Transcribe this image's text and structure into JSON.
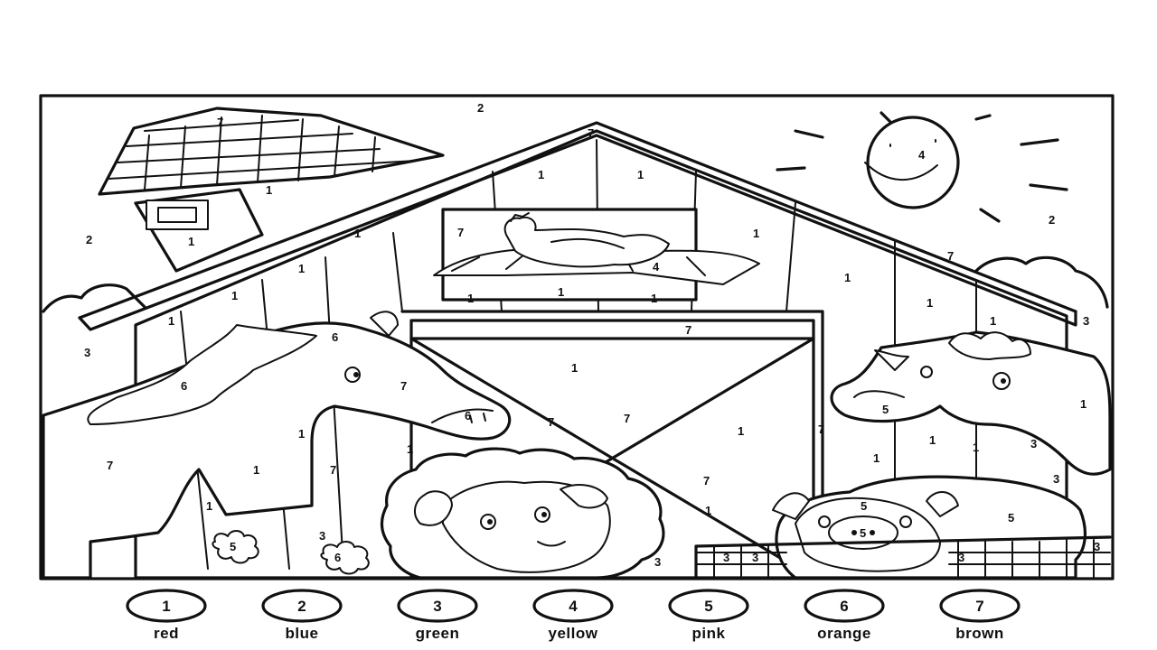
{
  "legend": [
    {
      "number": "1",
      "color_name": "red"
    },
    {
      "number": "2",
      "color_name": "blue"
    },
    {
      "number": "3",
      "color_name": "green"
    },
    {
      "number": "4",
      "color_name": "yellow"
    },
    {
      "number": "5",
      "color_name": "pink"
    },
    {
      "number": "6",
      "color_name": "orange"
    },
    {
      "number": "7",
      "color_name": "brown"
    }
  ],
  "labels": {
    "sky": "2",
    "sky_left": "2",
    "sky_right": "2",
    "bush": "3",
    "bush_right": "3",
    "grass_left": "3",
    "grass_mid": "3",
    "grass_right": "3",
    "horse_body": "7",
    "horse_head": "7",
    "horse_mane": "6",
    "horse_mane2": "6",
    "horse_nose": "6",
    "cow_nose": "5",
    "cow_body": "3",
    "pig_body": "5",
    "pig_body2": "5",
    "pig_snout": "5",
    "sun": "4",
    "hay": "4",
    "hen": "7",
    "barn_red": "1",
    "roof_edge": "7",
    "door_frame": "7",
    "silo_roof": "7",
    "flower": "5",
    "flower2": "6"
  }
}
